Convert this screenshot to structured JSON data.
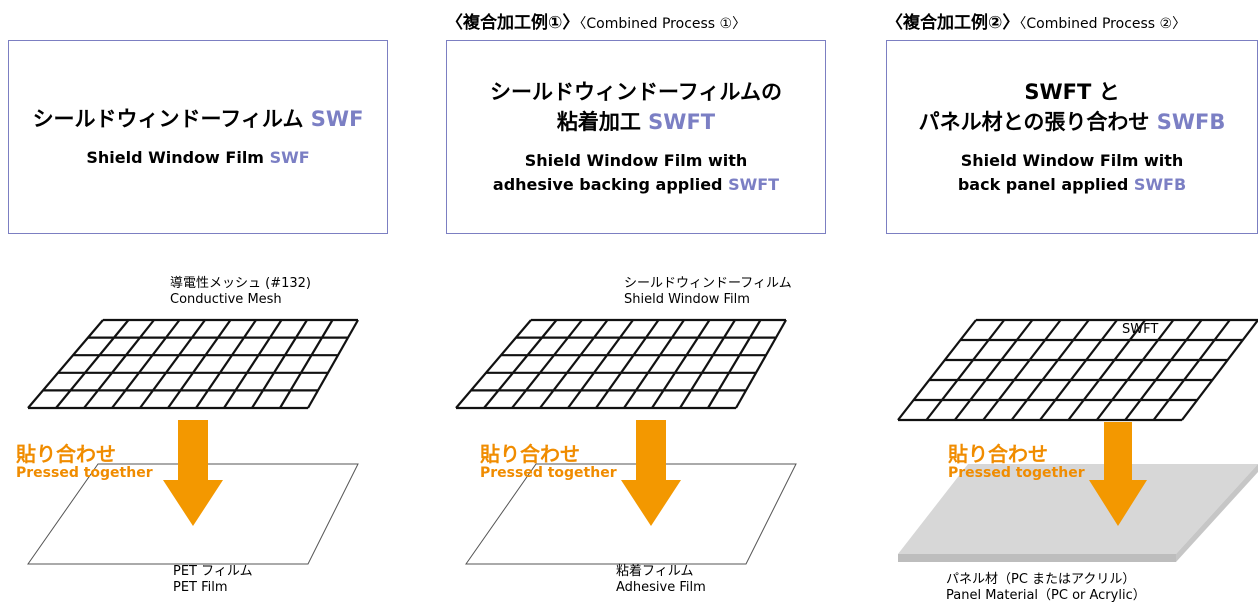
{
  "colors": {
    "accent": "#7b7fc4",
    "arrow": "#f39800",
    "pressed_text": "#f08c00",
    "panel_fill": "#d7d7d7"
  },
  "columns": [
    {
      "header_ja": "",
      "header_en": "",
      "title_ja_lines": [
        "シールドウィンドーフィルム"
      ],
      "title_ja_accent": "SWF",
      "title_en_lines": [
        "Shield Window Film"
      ],
      "title_en_accent": "SWF",
      "top_label": [
        "導電性メッシュ (#132)",
        "Conductive Mesh"
      ],
      "pressed_ja": "貼り合わせ",
      "pressed_en": "Pressed together",
      "bottom_label": [
        "PET フィルム",
        "PET Film"
      ]
    },
    {
      "header_ja": "〈複合加工例①〉",
      "header_en": "〈Combined Process ①〉",
      "title_ja_lines": [
        "シールドウィンドーフィルムの",
        "粘着加工"
      ],
      "title_ja_accent": "SWFT",
      "title_en_lines": [
        "Shield Window Film with",
        "adhesive backing applied"
      ],
      "title_en_accent": "SWFT",
      "top_label": [
        "シールドウィンドーフィルム",
        "Shield Window Film"
      ],
      "pressed_ja": "貼り合わせ",
      "pressed_en": "Pressed together",
      "bottom_label": [
        "粘着フィルム",
        "Adhesive Film"
      ]
    },
    {
      "header_ja": "〈複合加工例②〉",
      "header_en": "〈Combined Process ②〉",
      "title_ja_lines": [
        "SWFT と",
        "パネル材との張り合わせ"
      ],
      "title_ja_accent": "SWFB",
      "title_en_lines": [
        "Shield Window Film with",
        "back panel applied"
      ],
      "title_en_accent": "SWFB",
      "top_label": [
        "SWFT"
      ],
      "pressed_ja": "貼り合わせ",
      "pressed_en": "Pressed together",
      "bottom_label": [
        "パネル材（PC またはアクリル）",
        "Panel  Material（PC or Acrylic）"
      ]
    }
  ]
}
